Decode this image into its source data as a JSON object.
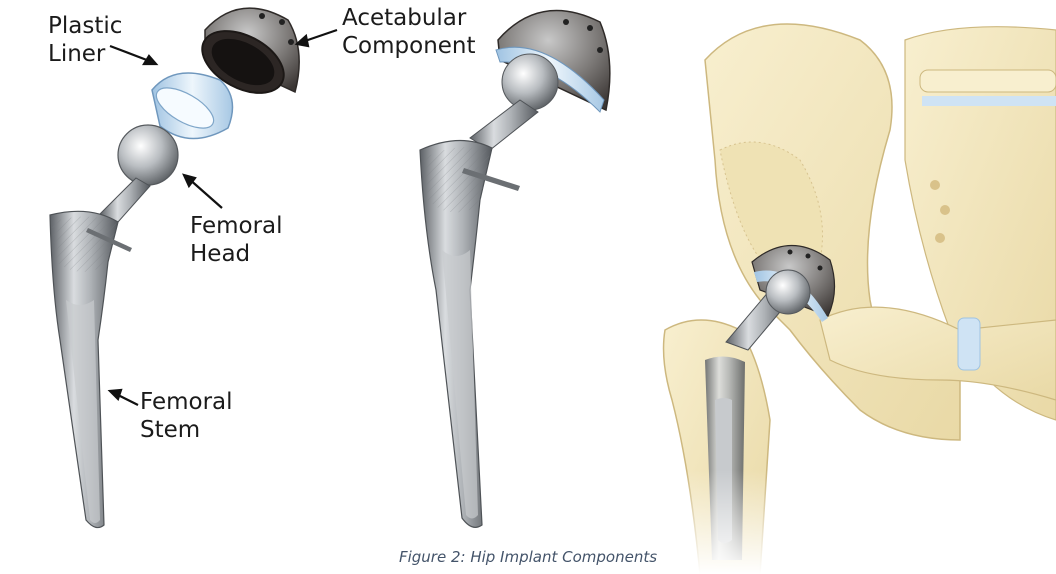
{
  "labels": {
    "plastic_liner": [
      "Plastic",
      "Liner"
    ],
    "acetabular_component": [
      "Acetabular",
      "Component"
    ],
    "femoral_head": [
      "Femoral",
      "Head"
    ],
    "femoral_stem": [
      "Femoral",
      "Stem"
    ]
  },
  "caption": "Figure 2: Hip Implant Components",
  "colors": {
    "caption": "#44546a",
    "bone": "#f3e7bd",
    "metal": "#a9acb0",
    "dark_shell": "#4a4340",
    "liner": "#cfe3f4"
  }
}
